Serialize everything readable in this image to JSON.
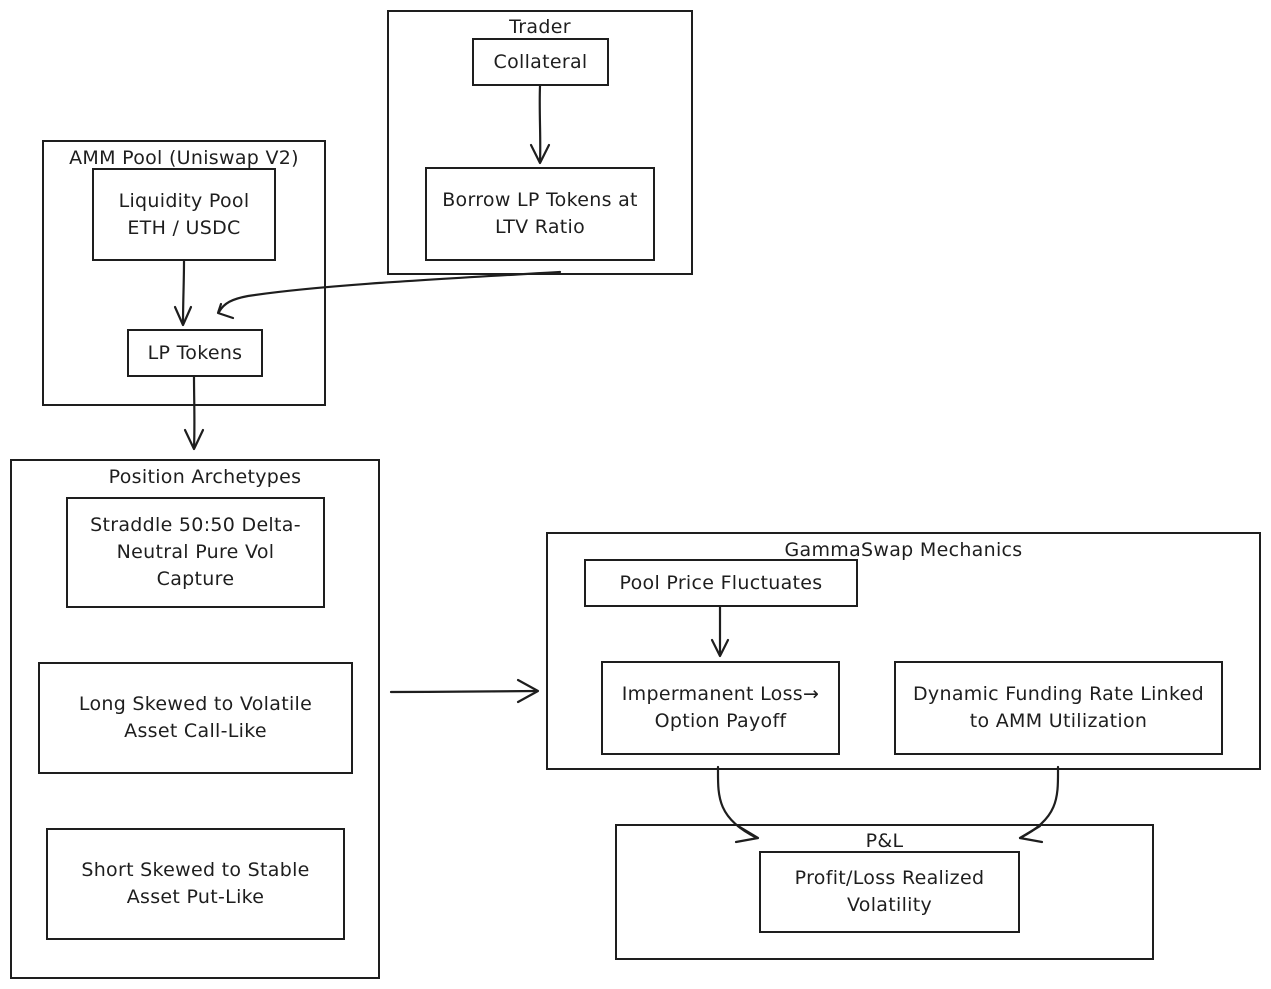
{
  "groups": {
    "trader": {
      "title": "Trader"
    },
    "amm_pool": {
      "title": "AMM Pool (Uniswap V2)"
    },
    "archetypes": {
      "title": "Position Archetypes"
    },
    "mechanics": {
      "title": "GammaSwap Mechanics"
    },
    "pnl": {
      "title": "P&L"
    }
  },
  "nodes": {
    "collateral": "Collateral",
    "borrow": "Borrow LP Tokens at LTV Ratio",
    "liquidity_pool": "Liquidity Pool ETH / USDC",
    "lp_tokens": "LP Tokens",
    "straddle": "Straddle 50:50 Delta-Neutral Pure Vol Capture",
    "long": "Long Skewed to Volatile Asset Call-Like",
    "short": "Short Skewed to Stable Asset Put-Like",
    "price": "Pool Price Fluctuates",
    "il": "Impermanent Loss→ Option Payoff",
    "funding": "Dynamic Funding Rate Linked to AMM Utilization",
    "profit": "Profit/Loss Realized Volatility"
  },
  "edges": [
    {
      "from": "Collateral",
      "to": "Borrow LP Tokens at LTV Ratio"
    },
    {
      "from": "Liquidity Pool ETH / USDC",
      "to": "LP Tokens"
    },
    {
      "from": "Trader",
      "to": "LP Tokens"
    },
    {
      "from": "LP Tokens",
      "to": "Position Archetypes"
    },
    {
      "from": "Position Archetypes",
      "to": "GammaSwap Mechanics"
    },
    {
      "from": "Pool Price Fluctuates",
      "to": "Impermanent Loss→ Option Payoff"
    },
    {
      "from": "GammaSwap Mechanics",
      "to": "P&L"
    },
    {
      "from": "GammaSwap Mechanics",
      "to": "P&L"
    }
  ]
}
